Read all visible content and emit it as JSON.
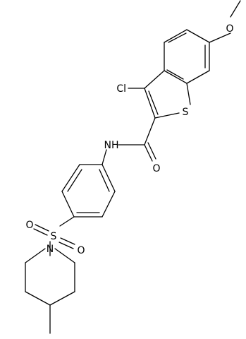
{
  "structure": {
    "atom_labels": {
      "oxygen_methoxy": "O",
      "chlorine": "Cl",
      "sulfur_ring": "S",
      "amide_nh": "NH",
      "amide_oxygen": "O",
      "sulfonyl_oxygen_left": "O",
      "sulfonyl_sulfur": "S",
      "sulfonyl_oxygen_right": "O",
      "piperidine_nitrogen": "N"
    }
  }
}
